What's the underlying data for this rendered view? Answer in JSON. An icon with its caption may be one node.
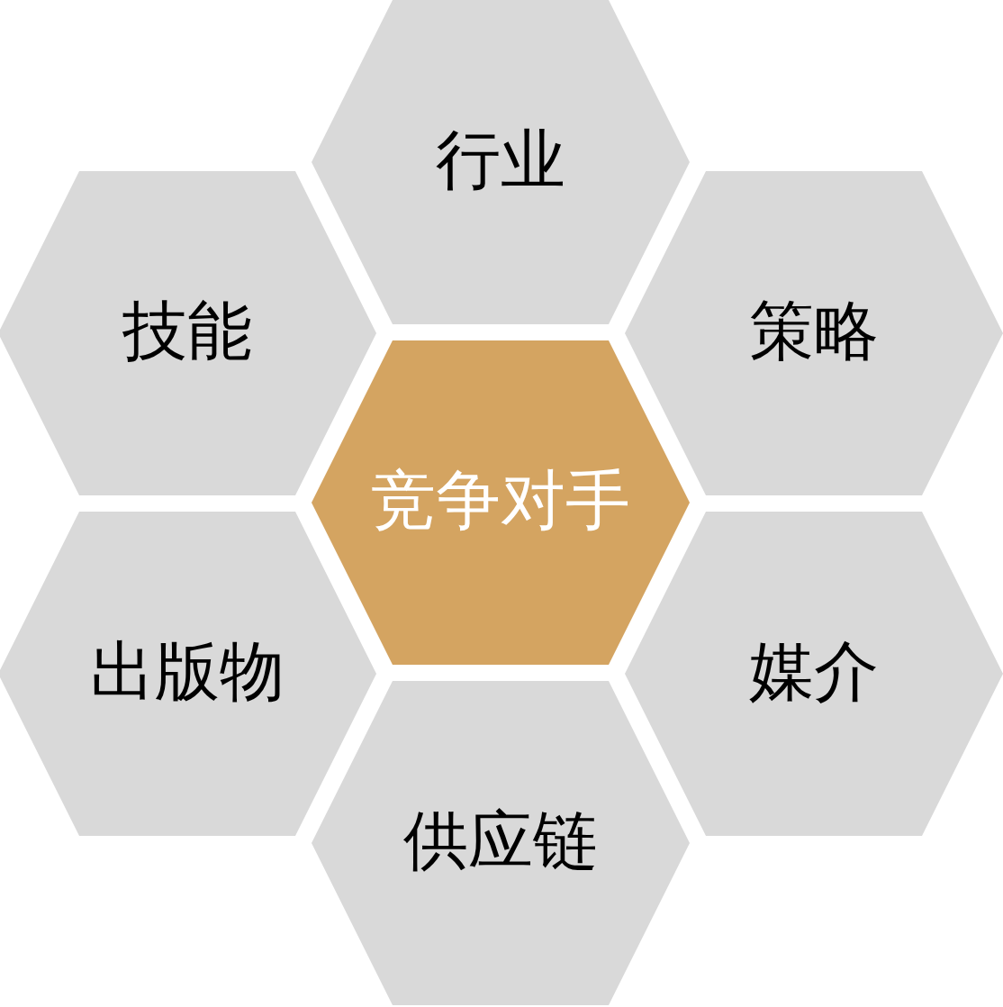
{
  "diagram": {
    "nodes": [
      {
        "text": [
          "行业"
        ]
      },
      {
        "text": [
          "技能"
        ]
      },
      {
        "text": [
          "策略"
        ]
      },
      {
        "text": [
          "竞争对手"
        ]
      },
      {
        "text": [
          "出版物"
        ]
      },
      {
        "text": [
          "媒介"
        ]
      },
      {
        "text": [
          "供应链"
        ]
      }
    ]
  }
}
